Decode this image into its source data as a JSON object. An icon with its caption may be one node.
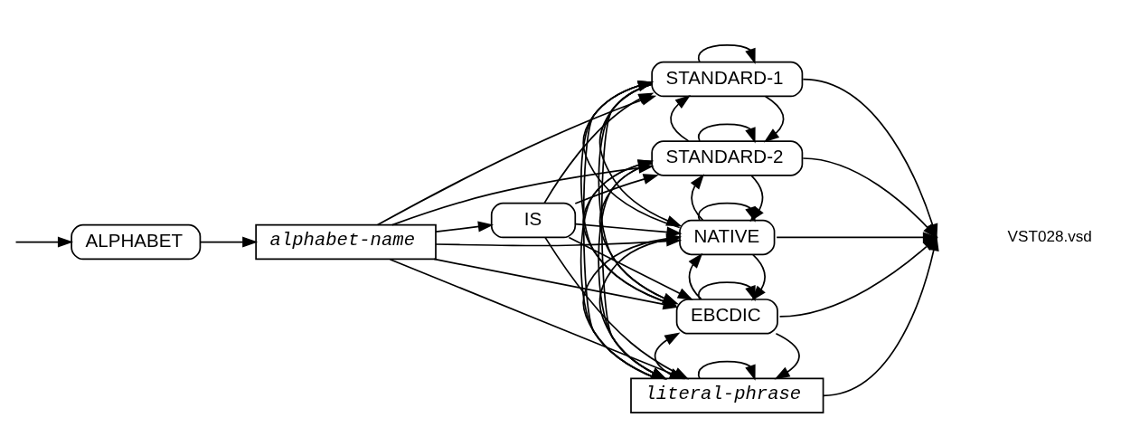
{
  "diagram": {
    "nodes": [
      {
        "text": [
          "ALPHABET"
        ]
      },
      {
        "text": [
          "alphabet-name"
        ]
      },
      {
        "text": [
          "IS"
        ]
      },
      {
        "text": [
          "STANDARD-1"
        ]
      },
      {
        "text": [
          "STANDARD-2"
        ]
      },
      {
        "text": [
          "NATIVE"
        ]
      },
      {
        "text": [
          "EBCDIC"
        ]
      },
      {
        "text": [
          "literal-phrase"
        ]
      }
    ],
    "edges": [
      {
        "from": null,
        "to": 0,
        "arrow": "to"
      },
      {
        "from": 0,
        "to": 1,
        "arrow": "to"
      },
      {
        "from": 1,
        "to": 2,
        "arrow": "to"
      },
      {
        "from": 1,
        "to": 3,
        "arrow": "to"
      },
      {
        "from": 1,
        "to": 4,
        "arrow": "to"
      },
      {
        "from": 1,
        "to": 5,
        "arrow": "to"
      },
      {
        "from": 1,
        "to": 6,
        "arrow": "to"
      },
      {
        "from": 1,
        "to": 7,
        "arrow": "to"
      },
      {
        "from": 2,
        "to": 3,
        "arrow": "to"
      },
      {
        "from": 2,
        "to": 4,
        "arrow": "to"
      },
      {
        "from": 2,
        "to": 5,
        "arrow": "to"
      },
      {
        "from": 2,
        "to": 6,
        "arrow": "to"
      },
      {
        "from": 2,
        "to": 7,
        "arrow": "to"
      },
      {
        "from": 3,
        "to": 3,
        "arrow": "to"
      },
      {
        "from": 3,
        "to": 4,
        "arrow": "to"
      },
      {
        "from": 3,
        "to": 5,
        "arrow": "to"
      },
      {
        "from": 3,
        "to": 6,
        "arrow": "to"
      },
      {
        "from": 3,
        "to": 7,
        "arrow": "to"
      },
      {
        "from": 4,
        "to": 3,
        "arrow": "to"
      },
      {
        "from": 4,
        "to": 4,
        "arrow": "to"
      },
      {
        "from": 4,
        "to": 5,
        "arrow": "to"
      },
      {
        "from": 4,
        "to": 6,
        "arrow": "to"
      },
      {
        "from": 4,
        "to": 7,
        "arrow": "to"
      },
      {
        "from": 5,
        "to": 3,
        "arrow": "to"
      },
      {
        "from": 5,
        "to": 4,
        "arrow": "to"
      },
      {
        "from": 5,
        "to": 5,
        "arrow": "to"
      },
      {
        "from": 5,
        "to": 6,
        "arrow": "to"
      },
      {
        "from": 5,
        "to": 7,
        "arrow": "to"
      },
      {
        "from": 6,
        "to": 3,
        "arrow": "to"
      },
      {
        "from": 6,
        "to": 4,
        "arrow": "to"
      },
      {
        "from": 6,
        "to": 5,
        "arrow": "to"
      },
      {
        "from": 6,
        "to": 6,
        "arrow": "to"
      },
      {
        "from": 6,
        "to": 7,
        "arrow": "to"
      },
      {
        "from": 7,
        "to": 3,
        "arrow": "to"
      },
      {
        "from": 7,
        "to": 4,
        "arrow": "to"
      },
      {
        "from": 7,
        "to": 5,
        "arrow": "to"
      },
      {
        "from": 7,
        "to": 6,
        "arrow": "to"
      },
      {
        "from": 7,
        "to": 7,
        "arrow": "to"
      },
      {
        "from": 3,
        "to": null,
        "arrow": "to"
      },
      {
        "from": 4,
        "to": null,
        "arrow": "to"
      },
      {
        "from": 5,
        "to": null,
        "arrow": "to"
      },
      {
        "from": 6,
        "to": null,
        "arrow": "to"
      },
      {
        "from": 7,
        "to": null,
        "arrow": "to"
      }
    ],
    "labels": [
      "VST028.vsd"
    ]
  }
}
